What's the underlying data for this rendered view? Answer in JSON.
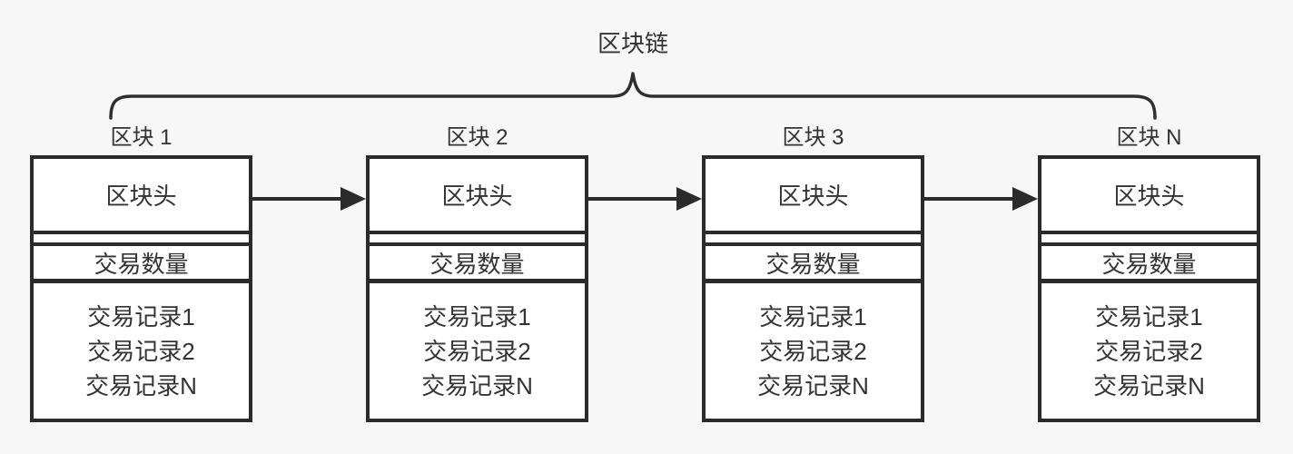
{
  "chain": {
    "title": "区块链"
  },
  "blocks": [
    {
      "title": "区块 1",
      "header": "区块头",
      "count": "交易数量",
      "records": [
        "交易记录1",
        "交易记录2",
        "交易记录N"
      ]
    },
    {
      "title": "区块 2",
      "header": "区块头",
      "count": "交易数量",
      "records": [
        "交易记录1",
        "交易记录2",
        "交易记录N"
      ]
    },
    {
      "title": "区块 3",
      "header": "区块头",
      "count": "交易数量",
      "records": [
        "交易记录1",
        "交易记录2",
        "交易记录N"
      ]
    },
    {
      "title": "区块 N",
      "header": "区块头",
      "count": "交易数量",
      "records": [
        "交易记录1",
        "交易记录2",
        "交易记录N"
      ]
    }
  ],
  "colors": {
    "background": "#f7f7f8",
    "line": "#2b2b2b",
    "box_fill": "#ffffff",
    "text": "#333333"
  }
}
